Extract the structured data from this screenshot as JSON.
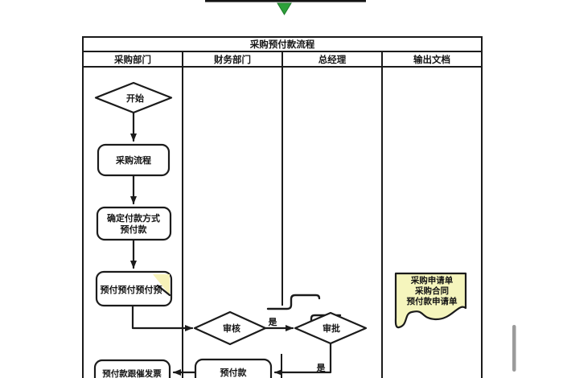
{
  "window": {
    "top_bar_color": "#141414",
    "green_marker_color": "#2da03a",
    "scrollbar_color": "#9b9b9b"
  },
  "diagram": {
    "title": "采购预付款流程",
    "lanes": [
      "采购部门",
      "财务部门",
      "总经理",
      "输出文档"
    ],
    "nodes": {
      "start": "开始",
      "purchase_process": "采购流程",
      "payment_line1": "确定付款方式",
      "payment_line2": "预付款",
      "prepay_note": "预付预付预付预",
      "review": "审核",
      "approve": "审批",
      "yes_review": "是",
      "yes_approve": "是",
      "prepayment": "预付款",
      "invoice_chase": "预付款跟催发票",
      "doc_lines": [
        "采购申请单",
        "采购合同",
        "预付款申请单"
      ]
    },
    "colors": {
      "stroke": "#1b1b1b",
      "start_fill": "#d9eec3",
      "note_fill": "#f6f1b8",
      "doc_fill": "#f5f5bd"
    }
  }
}
